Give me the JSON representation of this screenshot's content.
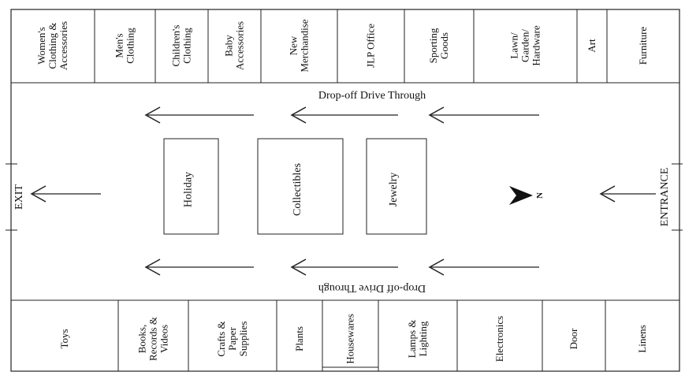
{
  "top_row": [
    {
      "lines": [
        "Women's",
        "Clothing &",
        "Accessories"
      ]
    },
    {
      "lines": [
        "Men's",
        "Clothing"
      ]
    },
    {
      "lines": [
        "Children's",
        "Clothing"
      ]
    },
    {
      "lines": [
        "Baby",
        "Accessories"
      ]
    },
    {
      "lines": [
        "New",
        "Merchandise"
      ]
    },
    {
      "lines": [
        "JLP Office"
      ]
    },
    {
      "lines": [
        "Sporting",
        "Goods"
      ]
    },
    {
      "lines": [
        "Lawn/",
        "Garden/",
        "Hardware"
      ]
    },
    {
      "lines": [
        "Art"
      ]
    },
    {
      "lines": [
        "Furniture"
      ]
    }
  ],
  "bottom_row": [
    {
      "lines": [
        "Toys"
      ]
    },
    {
      "lines": [
        "Books,",
        "Records &",
        "Videos"
      ]
    },
    {
      "lines": [
        "Crafts &",
        "Paper",
        "Supplies"
      ]
    },
    {
      "lines": [
        "Plants"
      ]
    },
    {
      "lines": [
        "Housewares"
      ]
    },
    {
      "lines": [
        "Lamps &",
        "Lighting"
      ]
    },
    {
      "lines": [
        "Electronics"
      ]
    },
    {
      "lines": [
        "Door"
      ]
    },
    {
      "lines": [
        "Linens"
      ]
    }
  ],
  "center_booths": [
    {
      "label": "Holiday"
    },
    {
      "label": "Collectibles"
    },
    {
      "label": "Jewelry"
    }
  ],
  "drive_labels": {
    "top": "Drop-off Drive Through",
    "bottom": "Drop-off Drive Through"
  },
  "exit_label": "EXIT",
  "entrance_label": "ENTRANCE",
  "compass": {
    "label": "N"
  },
  "arrow_glyph": "<"
}
